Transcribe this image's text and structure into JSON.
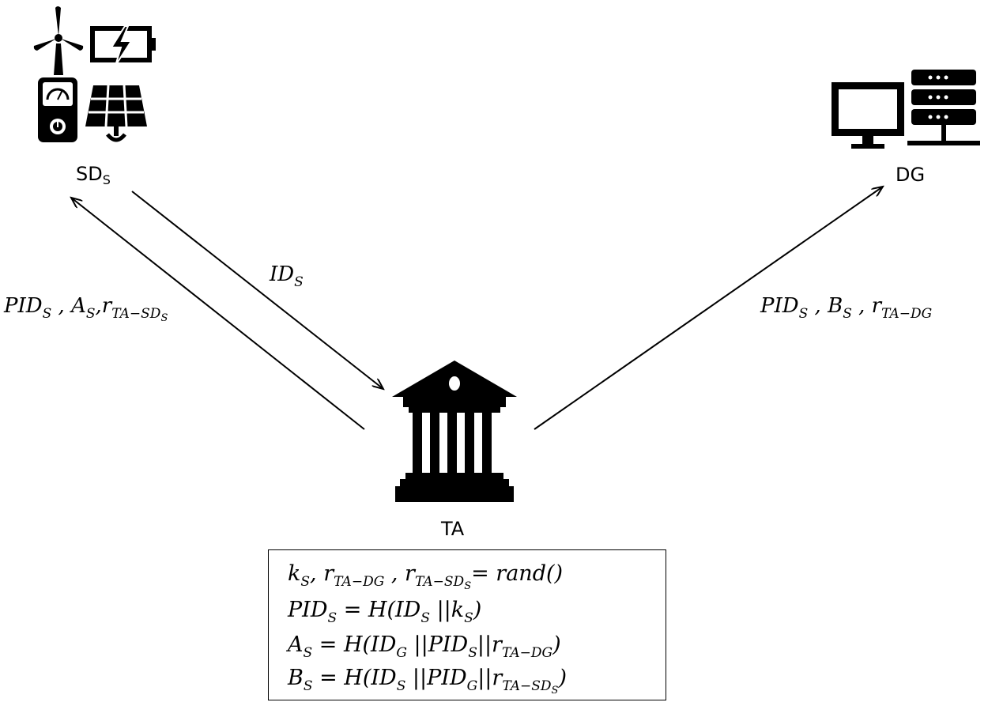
{
  "nodes": {
    "sds": {
      "label": "SD",
      "sub": "S"
    },
    "dg": {
      "label": "DG"
    },
    "ta": {
      "label": "TA"
    }
  },
  "messages": {
    "to_ta": {
      "base": "ID",
      "sub": "S"
    },
    "to_sds": {
      "pid": "PID",
      "pid_sub": "S",
      "sep1": " ,",
      "a": "A",
      "a_sub": "S",
      "sep2": ",",
      "r": "r",
      "r_sub": "TA−SD",
      "r_subsub": "S"
    },
    "to_dg": {
      "pid": "PID",
      "pid_sub": "S",
      "sep1": " ,",
      "b": "B",
      "b_sub": "S",
      "sep2": " ,",
      "r": "r",
      "r_sub": "TA−DG"
    }
  },
  "formulas": {
    "line1": {
      "k": "k",
      "k_sub": "S",
      "sep1": ",",
      "r1": "r",
      "r1_sub": "TA−DG",
      "sep2": " ,",
      "r2": "r",
      "r2_sub": "TA−SD",
      "r2_subsub": "S",
      "rhs": "= rand()"
    },
    "line2": {
      "lhs": "PID",
      "lhs_sub": "S",
      "eq": " = H(ID",
      "id_sub": "S",
      "mid": " ||k",
      "k_sub": "S",
      "end": ")"
    },
    "line3": {
      "lhs": "A",
      "lhs_sub": "S",
      "eq": " = H(ID",
      "id_sub": "G",
      "mid1": " ||PID",
      "pid_sub": "S",
      "mid2": "||r",
      "r_sub": "TA−DG",
      "end": ")"
    },
    "line4": {
      "lhs": "B",
      "lhs_sub": "S",
      "eq": " = H(ID",
      "id_sub": "S",
      "mid1": " ||PID",
      "pid_sub": "G",
      "mid2": "||r",
      "r_sub": "TA−SD",
      "r_subsub": "S",
      "end": ")"
    }
  }
}
